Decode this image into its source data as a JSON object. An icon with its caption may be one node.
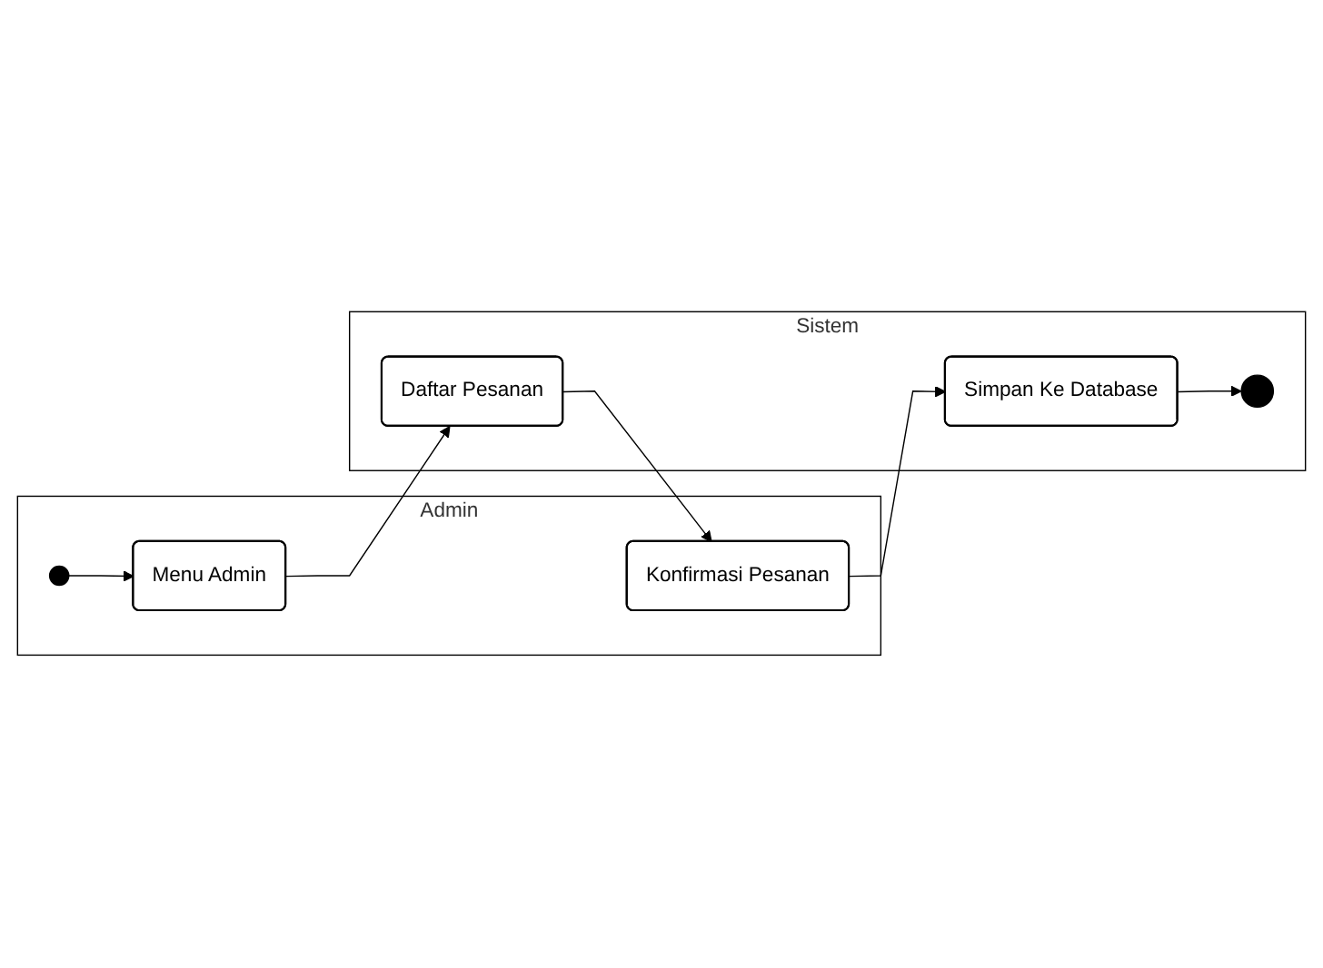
{
  "diagram": {
    "nodes": [
      {
        "text": [
          "Admin"
        ]
      },
      {
        "text": [
          "Sistem"
        ]
      },
      {
        "text": [],
        "shape": "circle",
        "in": 0
      },
      {
        "text": [
          "Menu Admin"
        ],
        "in": 0
      },
      {
        "text": [
          "Daftar Pesanan"
        ],
        "in": 1
      },
      {
        "text": [
          "Konfirmasi Pesanan"
        ],
        "in": 0
      },
      {
        "text": [
          "Simpan Ke Database"
        ],
        "in": 1
      },
      {
        "text": [],
        "shape": "bullseye",
        "in": 1
      }
    ],
    "edges": [
      {
        "from": 2,
        "to": 3,
        "arrow": "to"
      },
      {
        "from": 3,
        "to": 4,
        "arrow": "to"
      },
      {
        "from": 4,
        "to": 5,
        "arrow": "to"
      },
      {
        "from": 5,
        "to": 6,
        "arrow": "to"
      },
      {
        "from": 6,
        "to": 7,
        "arrow": "to"
      }
    ]
  }
}
